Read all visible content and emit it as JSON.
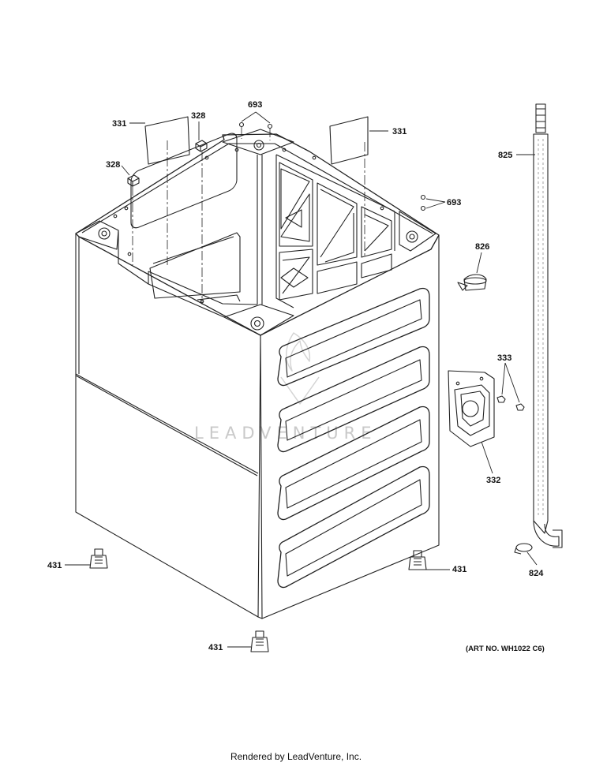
{
  "diagram": {
    "callouts": [
      {
        "id": "331a",
        "label": "331"
      },
      {
        "id": "328a",
        "label": "328"
      },
      {
        "id": "693a",
        "label": "693"
      },
      {
        "id": "331b",
        "label": "331"
      },
      {
        "id": "825",
        "label": "825"
      },
      {
        "id": "328b",
        "label": "328"
      },
      {
        "id": "693b",
        "label": "693"
      },
      {
        "id": "826",
        "label": "826"
      },
      {
        "id": "333",
        "label": "333"
      },
      {
        "id": "332",
        "label": "332"
      },
      {
        "id": "431a",
        "label": "431"
      },
      {
        "id": "431b",
        "label": "431"
      },
      {
        "id": "824",
        "label": "824"
      },
      {
        "id": "431c",
        "label": "431"
      }
    ],
    "art_number": "(ART NO. WH1022 C6)",
    "watermark": "LEADVENTURE",
    "footer": "Rendered by LeadVenture, Inc."
  }
}
